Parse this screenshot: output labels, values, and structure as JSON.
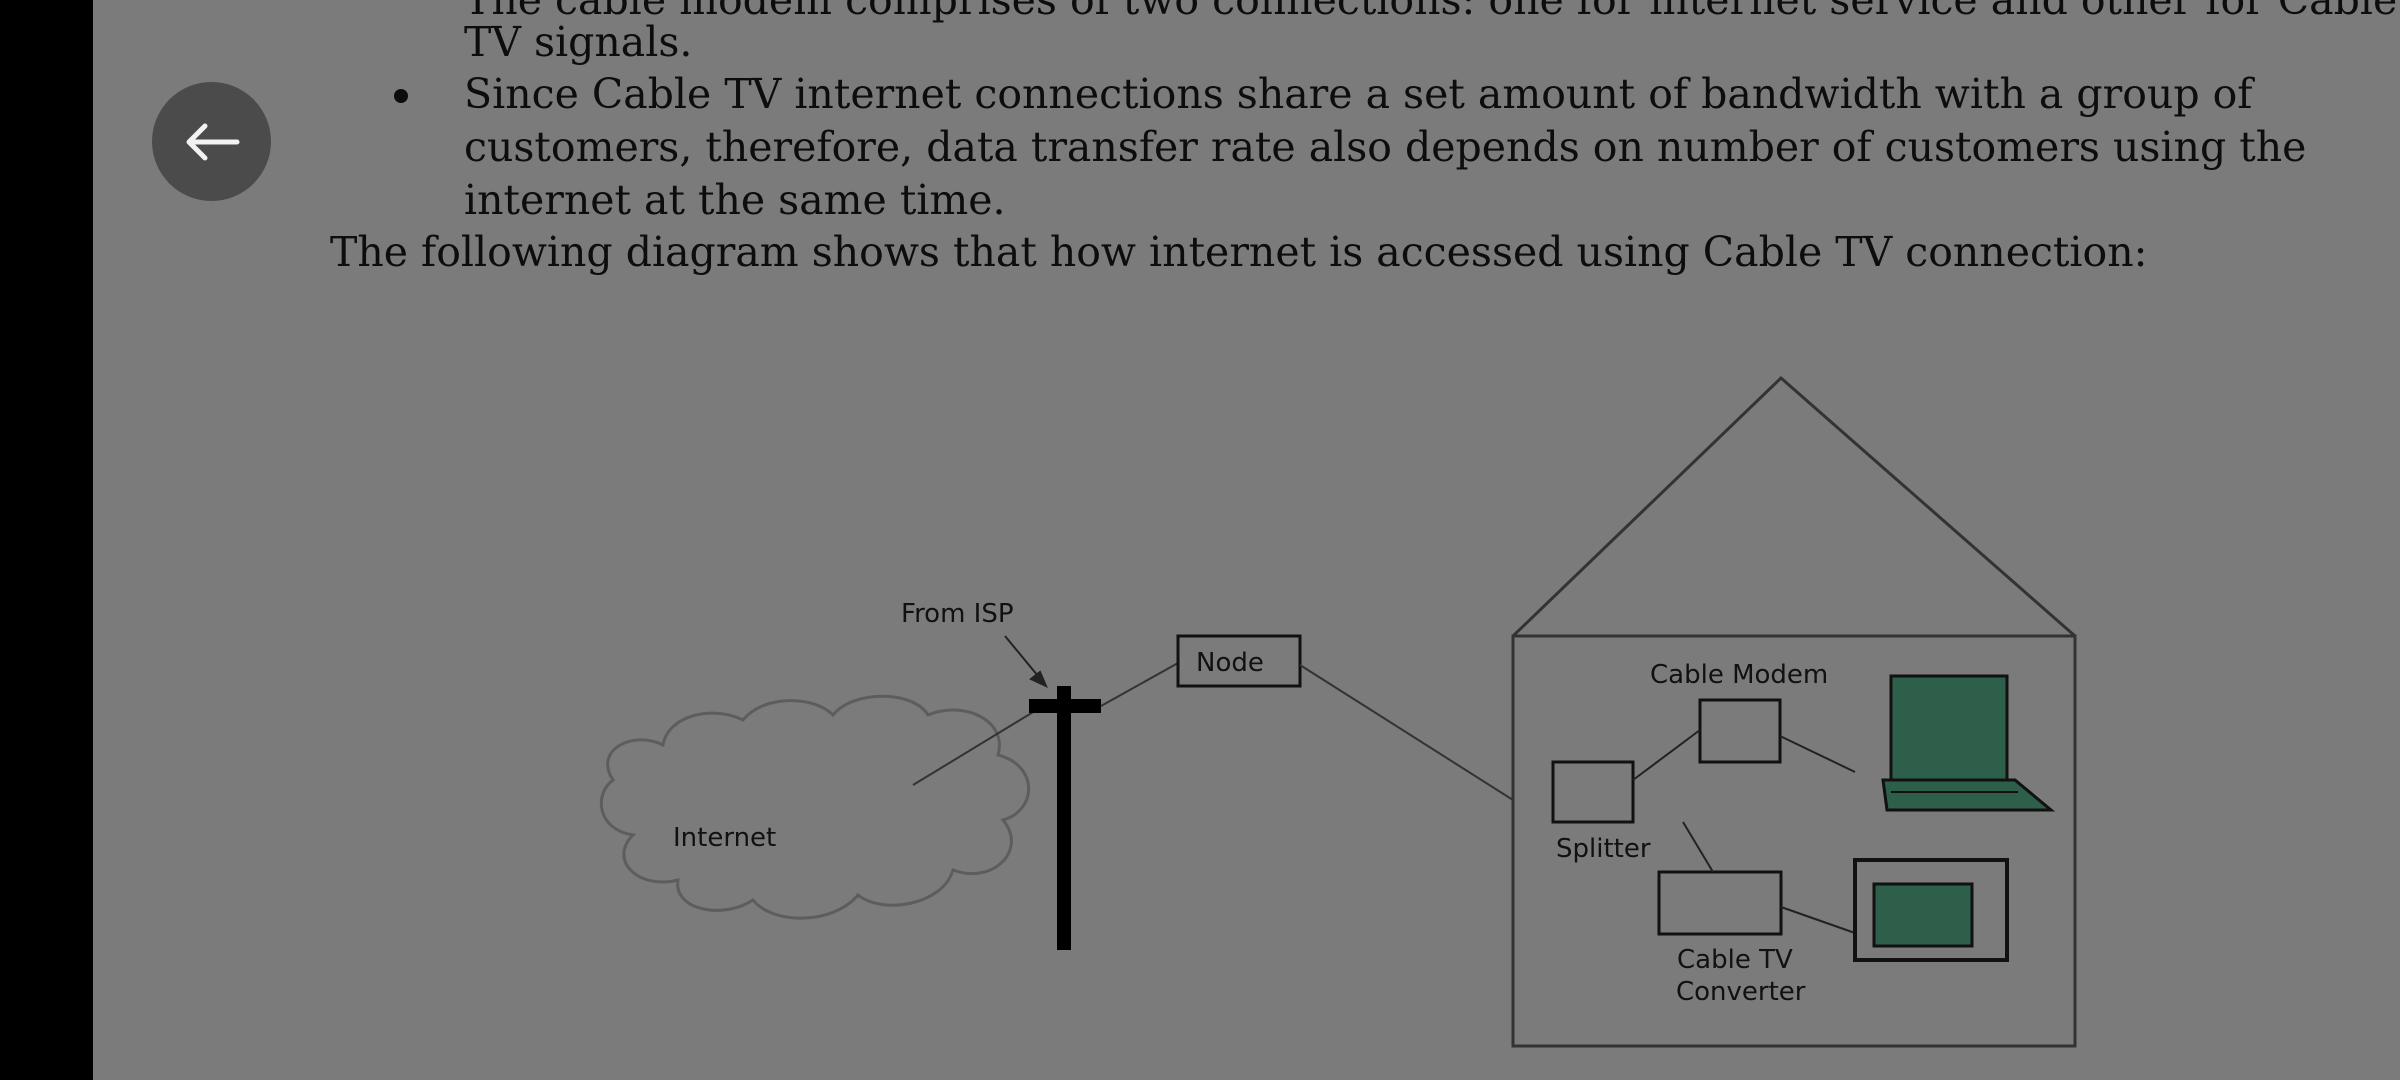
{
  "document": {
    "lines": [
      "The cable modem comprises of two connections: one for internet service and other for Cable",
      "TV signals.",
      "Since Cable TV internet connections share a set amount of bandwidth with a group of",
      "customers, therefore, data transfer rate also depends on number of customers using the",
      "internet at the same time.",
      "The following diagram shows that how internet is accessed using Cable TV connection:"
    ]
  },
  "diagram": {
    "labels": {
      "from_isp": "From ISP",
      "node": "Node",
      "internet": "Internet",
      "cable_modem": "Cable Modem",
      "splitter": "Splitter",
      "cable_tv_converter_line1": "Cable TV",
      "cable_tv_converter_line2": "Converter"
    },
    "colors": {
      "device_screen": "#2e5f4a"
    }
  },
  "controls": {
    "back_icon": "arrow-left-icon"
  }
}
